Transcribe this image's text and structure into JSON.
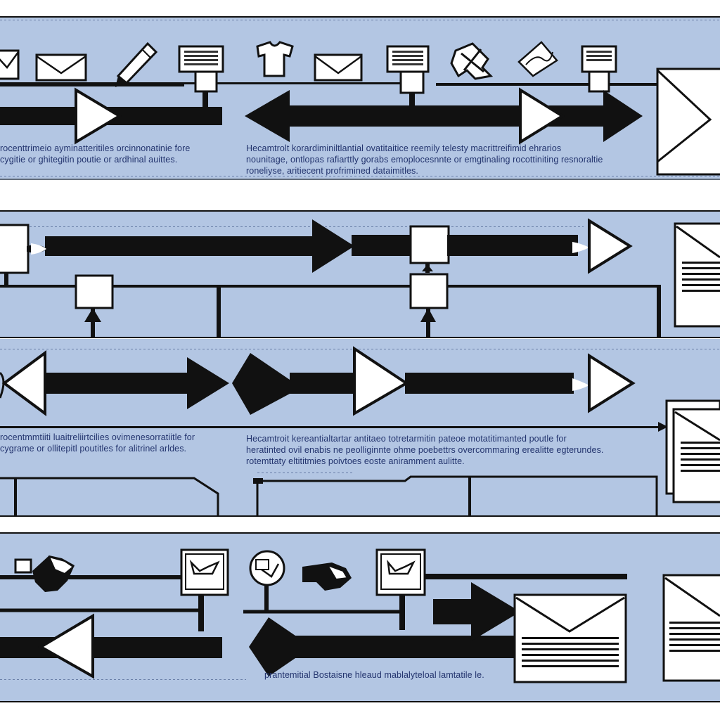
{
  "colors": {
    "band": "#b3c6e3",
    "ink": "#111111",
    "caption": "#23346e",
    "paper": "#ffffff"
  },
  "rows": [
    {
      "icons": [
        "envelope-icon",
        "pencil-icon",
        "document-icon",
        "tshirt-icon",
        "envelope-icon",
        "document-icon",
        "puzzle-icon",
        "chart-card-icon",
        "document-icon"
      ],
      "captions": [
        {
          "line1": "rocenttrimeio ayminatteritiles orcinnonatinie fore",
          "line2": "cygitie or ghitegitin poutie or ardhinal auittes."
        },
        {
          "line1": "Hecamtrolt korardiminiltlantial ovatitaitice reemily telesty macrittreifimid ehrarios",
          "line2": "nounitage, ontlopas rafiarttly gorabs emoplocesnnte or emgtinaling rocottiniting resnoraltie",
          "line3": "roneliyse, aritiecent profrimined dataimitles."
        }
      ]
    },
    {
      "icons": [
        "card-box",
        "card-box",
        "document-lines-icon"
      ]
    },
    {
      "icons": [
        "document-stack-icon"
      ],
      "captions": [
        {
          "line1": "rocentmmtiiti luaitreliirtcilies ovimenesorratiitle for",
          "line2": "cygrame or ollitepitl poutitles for alitrinel arldes."
        },
        {
          "line1": "Hecamtroit kereantialtartar antitaeo totretarmitin pateoe motatitimanted poutle for",
          "line2": "heratinted ovil enabis ne peolliginnte ohme poebettrs overcommaring erealitte egterundes.",
          "line3": "rotemttaty eltititmies poivtoes eoste aniramment aulitte."
        }
      ]
    },
    {
      "icons": [
        "handshake-icon",
        "inbox-tray-icon",
        "checklist-circle-icon",
        "handshake-icon",
        "inbox-tray-icon",
        "envelope-card-icon",
        "document-lines-icon"
      ],
      "captions": [
        {
          "line1": "prantemitial Bostaisne hleaud mablalyteloal lamtatile le."
        }
      ]
    }
  ]
}
